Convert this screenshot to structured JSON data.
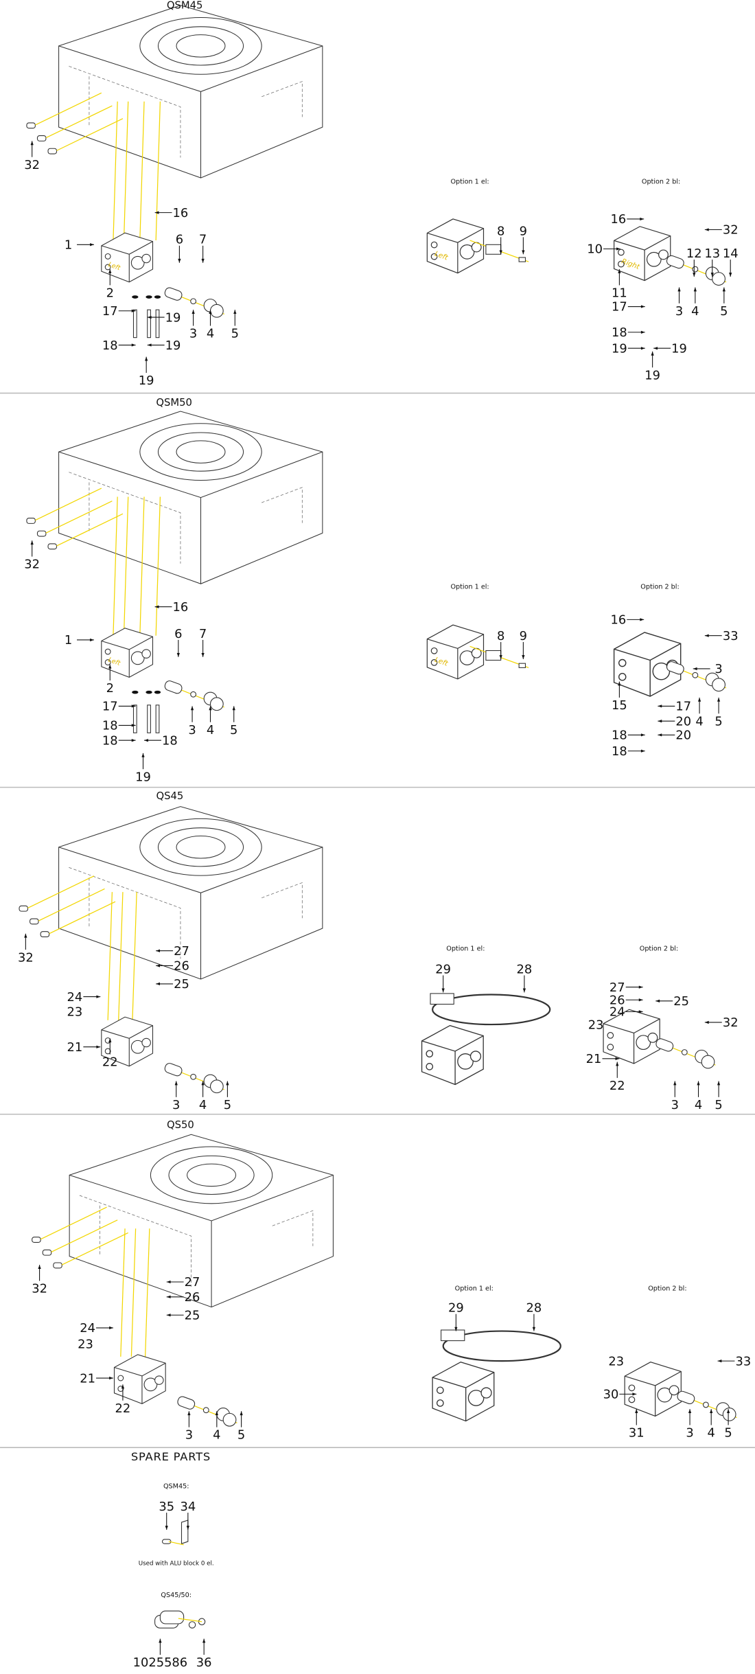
{
  "colors": {
    "assembly_line": "#f2d600",
    "separator": "#bbbbbb",
    "ink": "#111111"
  },
  "sections": [
    {
      "title": "QSM45",
      "option1": "Option 1 el:",
      "option2": "Option 2 bl:",
      "main": [
        "32",
        "16",
        "1",
        "6",
        "7",
        "2",
        "17",
        "19",
        "3",
        "4",
        "5",
        "18",
        "19",
        "19"
      ],
      "opt1": [
        "8",
        "9"
      ],
      "opt2": [
        "16",
        "32",
        "10",
        "12",
        "13",
        "14",
        "11",
        "17",
        "3",
        "4",
        "5",
        "18",
        "19",
        "19",
        "19"
      ]
    },
    {
      "title": "QSM50",
      "option1": "Option 1 el:",
      "option2": "Option 2 bl:",
      "main": [
        "32",
        "16",
        "1",
        "6",
        "7",
        "2",
        "17",
        "18",
        "3",
        "4",
        "5",
        "18",
        "18",
        "19"
      ],
      "opt1": [
        "8",
        "9"
      ],
      "opt2": [
        "16",
        "33",
        "3",
        "15",
        "17",
        "20",
        "4",
        "5",
        "18",
        "20",
        "18"
      ]
    },
    {
      "title": "QS45",
      "option1": "Option 1 el:",
      "option2": "Option 2 bl:",
      "main": [
        "32",
        "27",
        "26",
        "25",
        "24",
        "23",
        "21",
        "22",
        "3",
        "4",
        "5"
      ],
      "opt1": [
        "29",
        "28"
      ],
      "opt2": [
        "27",
        "26",
        "25",
        "24",
        "23",
        "32",
        "21",
        "22",
        "3",
        "4",
        "5"
      ]
    },
    {
      "title": "QS50",
      "option1": "Option 1 el:",
      "option2": "Option 2 bl:",
      "main": [
        "32",
        "27",
        "26",
        "25",
        "24",
        "23",
        "21",
        "22",
        "3",
        "4",
        "5"
      ],
      "opt1": [
        "29",
        "28"
      ],
      "opt2": [
        "23",
        "33",
        "30",
        "31",
        "3",
        "4",
        "5"
      ]
    }
  ],
  "spare_parts": {
    "title": "SPARE PARTS",
    "qsm45_label": "QSM45:",
    "qsm45_callouts": [
      "35",
      "34"
    ],
    "qsm45_caption": "Used with ALU block 0 el.",
    "qs_label": "QS45/50:",
    "qs_callouts": [
      "1025586",
      "36"
    ]
  },
  "block_labels": {
    "left": "Left",
    "right": "Right"
  }
}
